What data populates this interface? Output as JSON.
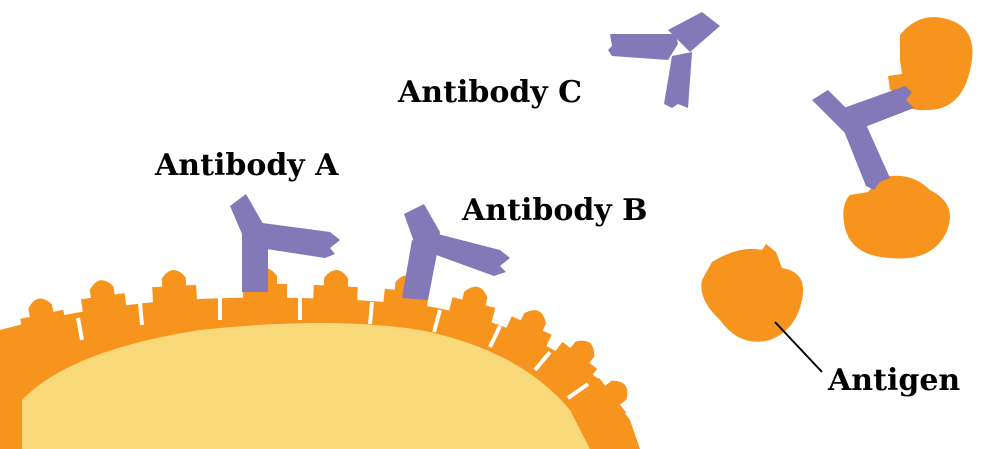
{
  "labels": {
    "antibody_a": "Antibody A",
    "antibody_b": "Antibody B",
    "antibody_c": "Antibody C",
    "antigen": "Antigen"
  },
  "colors": {
    "cell": "#f9d97a",
    "antigen": "#f7941d",
    "antibody": "#8378b8",
    "text": "#000000",
    "background": "#ffffff"
  }
}
